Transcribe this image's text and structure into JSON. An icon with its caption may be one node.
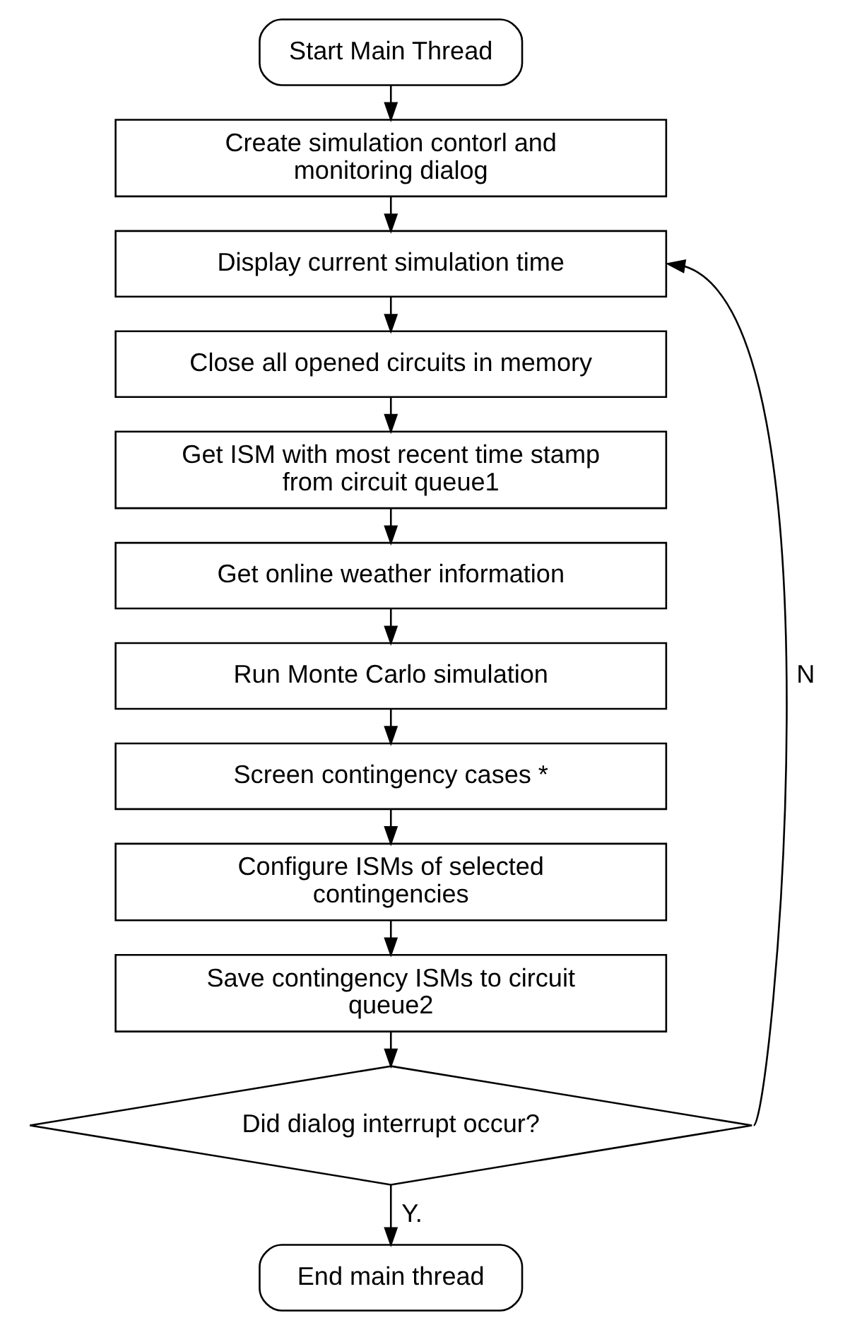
{
  "diagram": {
    "nodes": [
      {
        "text": [
          "Start Main Thread"
        ]
      },
      {
        "text": [
          "Create simulation contorl and monitoring dialog"
        ]
      },
      {
        "text": [
          "Display current simulation time"
        ]
      },
      {
        "text": [
          "Close all opened circuits in memory"
        ]
      },
      {
        "text": [
          "Get ISM with most recent time stamp from circuit queue1"
        ]
      },
      {
        "text": [
          "Get online weather information"
        ]
      },
      {
        "text": [
          "Run Monte Carlo simulation"
        ]
      },
      {
        "text": [
          "Screen contingency cases *"
        ]
      },
      {
        "text": [
          "Configure ISMs of selected contingencies"
        ]
      },
      {
        "text": [
          "Save contingency ISMs to circuit queue2"
        ]
      },
      {
        "text": [
          "Did dialog interrupt occur?"
        ]
      },
      {
        "text": [
          "End main thread"
        ]
      }
    ],
    "edges": [
      {
        "from": 0,
        "to": 1,
        "arrow": "to"
      },
      {
        "from": 1,
        "to": 2,
        "arrow": "to"
      },
      {
        "from": 2,
        "to": 3,
        "arrow": "to"
      },
      {
        "from": 3,
        "to": 4,
        "arrow": "to"
      },
      {
        "from": 4,
        "to": 5,
        "arrow": "to"
      },
      {
        "from": 5,
        "to": 6,
        "arrow": "to"
      },
      {
        "from": 6,
        "to": 7,
        "arrow": "to"
      },
      {
        "from": 7,
        "to": 8,
        "arrow": "to"
      },
      {
        "from": 8,
        "to": 9,
        "arrow": "to"
      },
      {
        "from": 9,
        "to": 10,
        "arrow": "to"
      },
      {
        "from": 10,
        "to": 2,
        "arrow": "to",
        "label": "N"
      },
      {
        "from": 10,
        "to": 11,
        "arrow": "to",
        "label": "Y."
      }
    ]
  }
}
